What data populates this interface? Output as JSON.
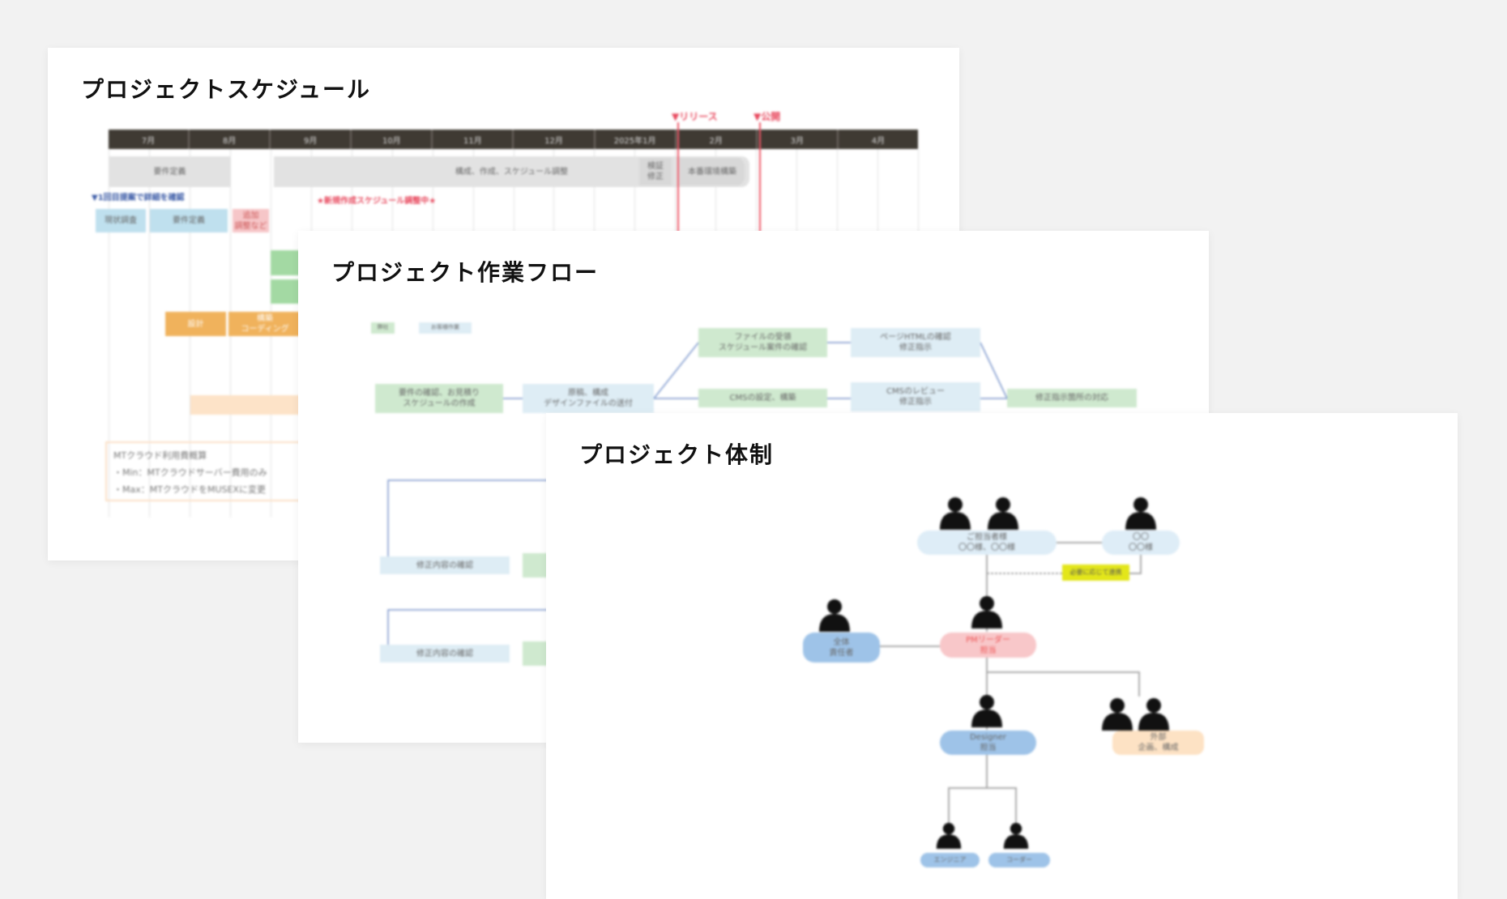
{
  "schedule": {
    "title": "プロジェクトスケジュール",
    "months": [
      "7月",
      "8月",
      "9月",
      "10月",
      "11月",
      "12月",
      "2025年1月",
      "2月",
      "3月",
      "4月"
    ],
    "markers": [
      "▼リリース",
      "▼公開"
    ],
    "phases": [
      "要件定義",
      "構成、作成、スケジュール調整",
      "検証\n修正",
      "本番環境構築"
    ],
    "notes_blue": "▼1回目提案で詳細を確認",
    "notes_red": "★新規作成スケジュール調整中★",
    "tasks": [
      "現状調査",
      "要件定義",
      "追加\n調整など",
      "設計",
      "構築\nコーディング"
    ],
    "note_box": [
      "MTクラウド利用費概算",
      "・Min：MTクラウドサーバー費用のみ",
      "・Max：MTクラウドをMUSEXに変更"
    ],
    "accent_red": "#ee5566",
    "header_color": "#3f3a33"
  },
  "flow": {
    "title": "プロジェクト作業フロー",
    "legend": [
      "弊社",
      "お客様作業"
    ],
    "nodes": [
      "要件の確認、お見積り\nスケジュールの作成",
      "原稿、構成\nデザインファイルの送付",
      "ファイルの受領\nスケジュール案件の確認",
      "ページHTMLの確認\n修正指示",
      "CMSの設定、構築",
      "CMSのレビュー\n修正指示",
      "修正指示箇所の対応",
      "修正内容の確認",
      "修正内容の確認"
    ]
  },
  "org": {
    "title": "プロジェクト体制",
    "nodes": [
      "ご担当者様\n〇〇様、〇〇様",
      "〇〇\n〇〇様",
      "全体\n責任者",
      "PMリーダー\n担当",
      "Designer\n担当",
      "外部\n企画、構成",
      "エンジニア",
      "コーダー"
    ],
    "callout": "必要に応じて連携"
  }
}
